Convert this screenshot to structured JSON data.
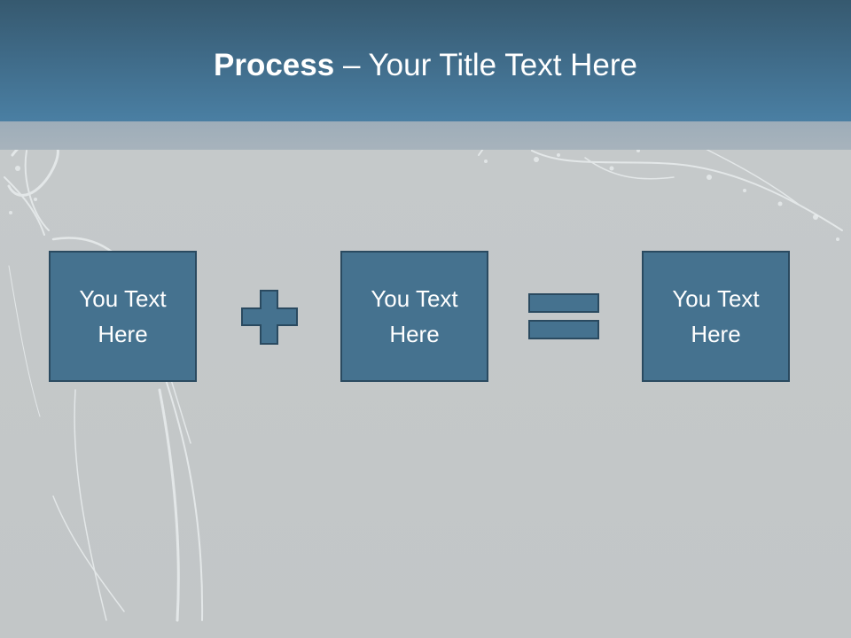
{
  "slide": {
    "title_bold": "Process",
    "title_rest": " – Your Title Text Here",
    "boxes": [
      {
        "text": "You Text Here"
      },
      {
        "text": "You Text Here"
      },
      {
        "text": "You Text Here"
      }
    ],
    "operators": [
      "plus-icon",
      "equals-icon"
    ]
  },
  "colors": {
    "header": "#3f6a87",
    "box_fill": "#45728f",
    "box_border": "#2a4a60",
    "background": "#c4c8c9"
  }
}
